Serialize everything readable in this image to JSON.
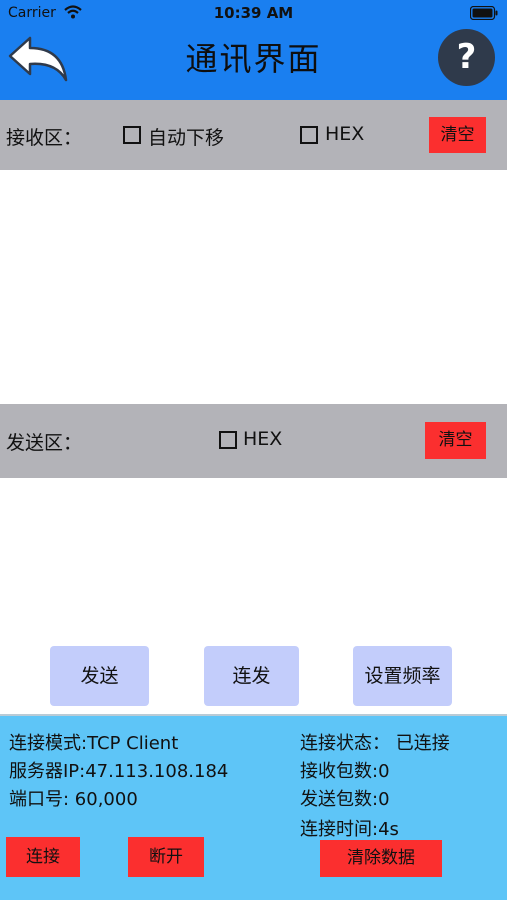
{
  "status_bar": {
    "carrier": "Carrier",
    "time": "10:39 AM"
  },
  "header": {
    "title": "通讯界面",
    "back_icon": "back-arrow-icon",
    "help_icon": "question-mark-icon",
    "help_glyph": "?",
    "bg_color": "#1a7ff0"
  },
  "receive": {
    "label": "接收区：",
    "auto_scroll_label": "自动下移",
    "hex_label": "HEX",
    "clear_label": "清空",
    "content": ""
  },
  "send": {
    "label": "发送区：",
    "hex_label": "HEX",
    "clear_label": "清空",
    "content": ""
  },
  "actions": {
    "send_label": "发送",
    "continuous_label": "连发",
    "set_freq_label": "设置频率"
  },
  "info": {
    "mode": "连接模式:TCP Client",
    "server_ip": "服务器IP:47.113.108.184",
    "port": "端口号: 60,000",
    "conn_status": "连接状态： 已连接",
    "recv_count": "接收包数:0",
    "send_count": "发送包数:0",
    "conn_time": "连接时间:4s",
    "connect_label": "连接",
    "disconnect_label": "断开",
    "clear_data_label": "清除数据"
  },
  "colors": {
    "header_blue": "#1a7ff0",
    "bar_gray": "#b3b3b8",
    "red_button": "#fb2f2f",
    "lavender_button": "#c3cdfb",
    "panel_blue": "#5ec5f7"
  }
}
